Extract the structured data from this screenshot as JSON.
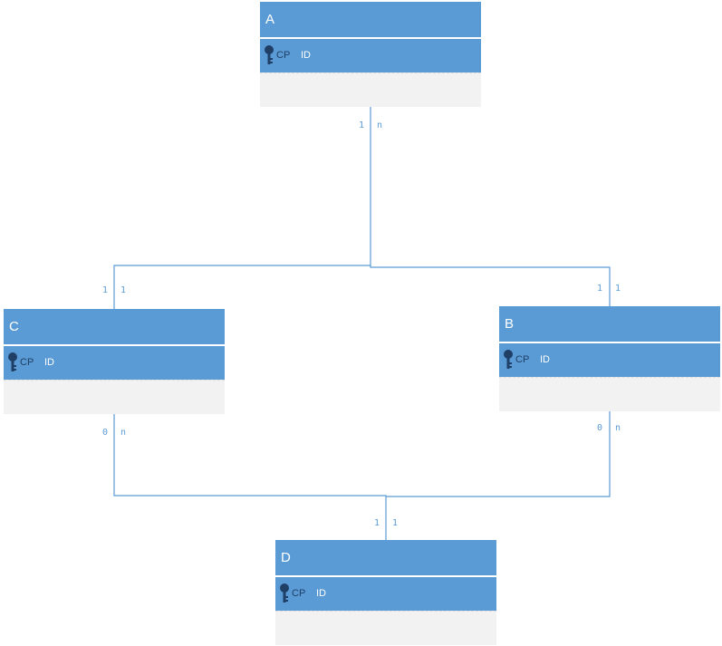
{
  "colors": {
    "entity_fill": "#5b9bd5",
    "entity_body": "#f2f2f2",
    "line": "#5b9bd5",
    "key_code_text": "#1f3f66"
  },
  "entities": [
    {
      "name": "A",
      "key_code": "CP",
      "key_attr": "ID",
      "key_icon": "key-icon"
    },
    {
      "name": "C",
      "key_code": "CP",
      "key_attr": "ID",
      "key_icon": "key-icon"
    },
    {
      "name": "B",
      "key_code": "CP",
      "key_attr": "ID",
      "key_icon": "key-icon"
    },
    {
      "name": "D",
      "key_code": "CP",
      "key_attr": "ID",
      "key_icon": "key-icon"
    }
  ],
  "relationships": [
    {
      "from": "A",
      "to": "C",
      "card_from": "1",
      "card_from_inner": "n",
      "card_to_outer": "1",
      "card_to_inner": "1"
    },
    {
      "from": "A",
      "to": "B",
      "card_from": "1",
      "card_from_inner": "n",
      "card_to_outer": "1",
      "card_to_inner": "1"
    },
    {
      "from": "C",
      "to": "D",
      "card_from": "0",
      "card_from_inner": "n",
      "card_to_outer": "1",
      "card_to_inner": "1"
    },
    {
      "from": "B",
      "to": "D",
      "card_from": "0",
      "card_from_inner": "n",
      "card_to_outer": "1",
      "card_to_inner": "1"
    }
  ],
  "cardinality_labels": {
    "a_bottom_left": "1",
    "a_bottom_right": "n",
    "c_top_left": "1",
    "c_top_right": "1",
    "b_top_left": "1",
    "b_top_right": "1",
    "c_bottom_left": "0",
    "c_bottom_right": "n",
    "b_bottom_left": "0",
    "b_bottom_right": "n",
    "d_top_left": "1",
    "d_top_right": "1"
  }
}
